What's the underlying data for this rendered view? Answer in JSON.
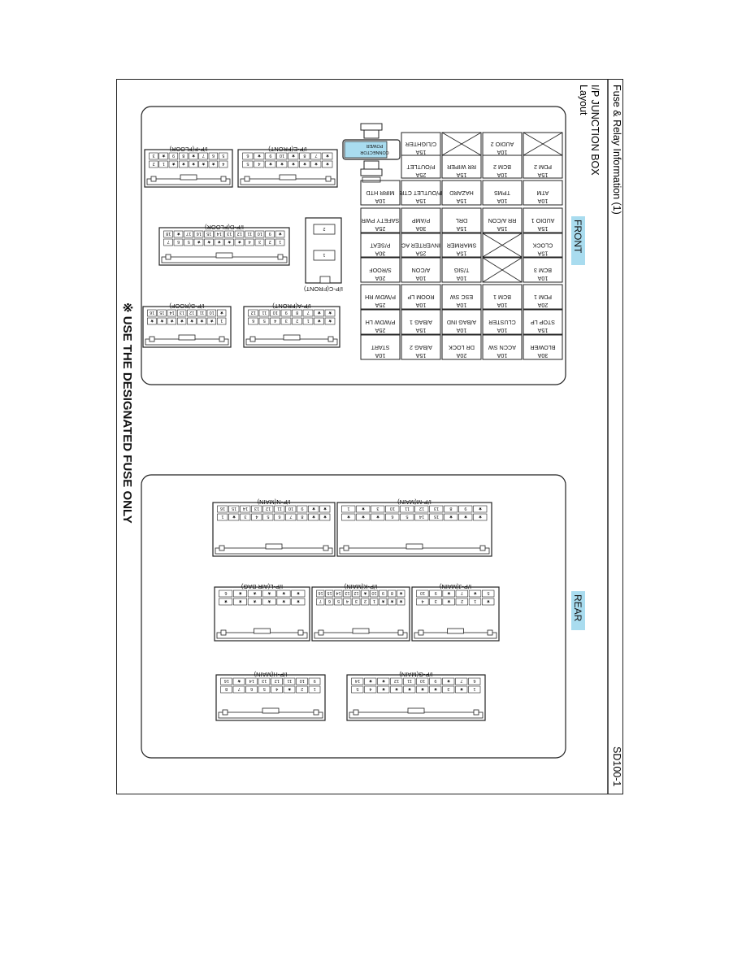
{
  "header": {
    "title": "Fuse & Relay Information (1)",
    "page_code": "SD100-1"
  },
  "section": {
    "title": "I/P JUNCTION BOX",
    "subtitle": "Layout"
  },
  "front_label": "FRONT",
  "rear_label": "REAR",
  "notice": "※ USE THE DESIGNATED FUSE ONLY",
  "power_connector_label": [
    "POWER",
    "CONNECTOR"
  ],
  "fuse_grid": [
    [
      {
        "name": "",
        "rating": "",
        "empty": true
      },
      {
        "name": "AUDIO 2",
        "rating": "10A"
      },
      {
        "name": "",
        "rating": "",
        "empty": true
      },
      {
        "name": "C/LIGHTER",
        "rating": "15A"
      }
    ],
    [
      {
        "name": "PDM 2",
        "rating": "15A"
      },
      {
        "name": "BCM 2",
        "rating": "10A"
      },
      {
        "name": "RR WIPER",
        "rating": "15A"
      },
      {
        "name": "P/OUTLET",
        "rating": "25A"
      }
    ],
    [
      {
        "name": "ATM",
        "rating": "10A"
      },
      {
        "name": "TPMS",
        "rating": "10A"
      },
      {
        "name": "HAZARD",
        "rating": "15A"
      },
      {
        "name": "P/OUTLET CTR",
        "rating": "15A"
      },
      {
        "name": "MIRR HTD",
        "rating": "10A"
      }
    ],
    [
      {
        "name": "AUDIO 1",
        "rating": "15A"
      },
      {
        "name": "RR A/CON",
        "rating": "15A"
      },
      {
        "name": "DRL",
        "rating": "15A"
      },
      {
        "name": "P/AMP",
        "rating": "30A"
      },
      {
        "name": "SAFETY PWR",
        "rating": "25A"
      }
    ],
    [
      {
        "name": "CLOCK",
        "rating": "15A"
      },
      {
        "name": "",
        "rating": "",
        "empty": true
      },
      {
        "name": "SMARMER",
        "rating": "15A"
      },
      {
        "name": "INVERTER AC",
        "rating": "25A"
      },
      {
        "name": "P/SEAT",
        "rating": "30A"
      }
    ],
    [
      {
        "name": "BCM 3",
        "rating": "10A"
      },
      {
        "name": "",
        "rating": "",
        "empty": true
      },
      {
        "name": "T/SIG",
        "rating": "10A"
      },
      {
        "name": "A/CON",
        "rating": "10A"
      },
      {
        "name": "S/ROOF",
        "rating": "20A"
      }
    ],
    [
      {
        "name": "PDM 1",
        "rating": "20A"
      },
      {
        "name": "BCM 1",
        "rating": "10A"
      },
      {
        "name": "ESC SW",
        "rating": "10A"
      },
      {
        "name": "ROOM LP",
        "rating": "10A"
      },
      {
        "name": "P/WDW RH",
        "rating": "25A"
      }
    ],
    [
      {
        "name": "STOP LP",
        "rating": "15A"
      },
      {
        "name": "CLUSTER",
        "rating": "10A"
      },
      {
        "name": "A/BAG IND",
        "rating": "10A"
      },
      {
        "name": "A/BAG 1",
        "rating": "15A"
      },
      {
        "name": "P/WDW LH",
        "rating": "25A"
      }
    ],
    [
      {
        "name": "BLOWER",
        "rating": "30A"
      },
      {
        "name": "ACCN SW",
        "rating": "10A"
      },
      {
        "name": "DR LOCK",
        "rating": "20A"
      },
      {
        "name": "A/BAG 2",
        "rating": "15A"
      },
      {
        "name": "START",
        "rating": "10A"
      }
    ]
  ],
  "front_connectors": [
    {
      "label": "I/P-F(FLOOR)",
      "top": [
        "3",
        "★",
        "9",
        "8",
        "★",
        "7",
        "6",
        "5"
      ],
      "bottom": [
        "2",
        "1",
        "★",
        "★",
        "★",
        "★",
        "★",
        "4"
      ]
    },
    {
      "label": "I/P-E(FRONT)",
      "top": [
        "6",
        "★",
        "9",
        "10",
        "★",
        "8",
        "7",
        "★"
      ],
      "bottom": [
        "5",
        "4",
        "★",
        "★",
        "★",
        "★",
        "★",
        "★"
      ]
    },
    {
      "label": "I/P-D(FLOOR)",
      "top": [
        "18",
        "★",
        "17",
        "16",
        "15",
        "14",
        "13",
        "12",
        "11",
        "10",
        "9",
        "★"
      ],
      "bottom": [
        "7",
        "6",
        "5",
        "★",
        "★",
        "★",
        "★",
        "★",
        "4",
        "3",
        "2",
        "1"
      ]
    },
    {
      "label": "I/P-C(FRONT)",
      "top": [
        "2"
      ],
      "bottom": [
        "1"
      ]
    },
    {
      "label": "I/P-B(ROOF)",
      "top": [
        "16",
        "15",
        "14",
        "13",
        "12",
        "11",
        "10",
        "★"
      ],
      "bottom": [
        "★",
        "★",
        "★",
        "★",
        "★",
        "★",
        "★",
        "1"
      ]
    },
    {
      "label": "I/P-A(FRONT)",
      "top": [
        "12",
        "11",
        "10",
        "9",
        "8",
        "7",
        "★",
        "★"
      ],
      "bottom": [
        "6",
        "5",
        "4",
        "3",
        "2",
        "1",
        "★",
        "★"
      ]
    }
  ],
  "rear_connectors": [
    {
      "label": "I/P-M(MAIN)",
      "top": [
        "1",
        "★",
        "3",
        "10",
        "11",
        "12",
        "13",
        "8",
        "9",
        "★"
      ],
      "bottom": [
        "★",
        "★",
        "★",
        "6",
        "5",
        "14",
        "15",
        "★",
        "★",
        "★"
      ]
    },
    {
      "label": "I/P-N(MAIN)",
      "top": [
        "16",
        "15",
        "14",
        "13",
        "12",
        "11",
        "10",
        "9",
        "★",
        "★"
      ],
      "bottom": [
        "1",
        "★",
        "3",
        "4",
        "5",
        "6",
        "7",
        "8",
        "★",
        "★"
      ]
    },
    {
      "label": "I/P-J(MAIN)",
      "top": [
        "10",
        "9",
        "★",
        "7",
        "★",
        "5"
      ],
      "bottom": [
        "4",
        "3",
        "★",
        "2",
        "1",
        "★"
      ]
    },
    {
      "label": "I/P-K(MAIN)",
      "top": [
        "16",
        "15",
        "14",
        "13",
        "12",
        "★",
        "10",
        "9",
        "8",
        "★"
      ],
      "bottom": [
        "7",
        "6",
        "5",
        "4",
        "3",
        "2",
        "1",
        "★",
        "★",
        "★"
      ]
    },
    {
      "label": "I/P-L(AIR BAG)",
      "top": [
        "6",
        "★",
        "★",
        "★",
        "★",
        "★"
      ],
      "bottom": [
        "★",
        "★",
        "★",
        "★",
        "★",
        "★"
      ]
    },
    {
      "label": "I/P-G(MAIN)",
      "top": [
        "14",
        "★",
        "★",
        "12",
        "11",
        "10",
        "9",
        "★",
        "7",
        "6"
      ],
      "bottom": [
        "5",
        "4",
        "★",
        "★",
        "★",
        "★",
        "★",
        "3",
        "★",
        "1"
      ]
    },
    {
      "label": "I/P-H(MAIN)",
      "top": [
        "16",
        "★",
        "14",
        "13",
        "12",
        "11",
        "10",
        "9"
      ],
      "bottom": [
        "8",
        "7",
        "6",
        "5",
        "4",
        "★",
        "2",
        "1"
      ]
    }
  ],
  "colors": {
    "badge": "#a9dcef",
    "line": "#222222",
    "connector_fill": "#ffffff"
  }
}
